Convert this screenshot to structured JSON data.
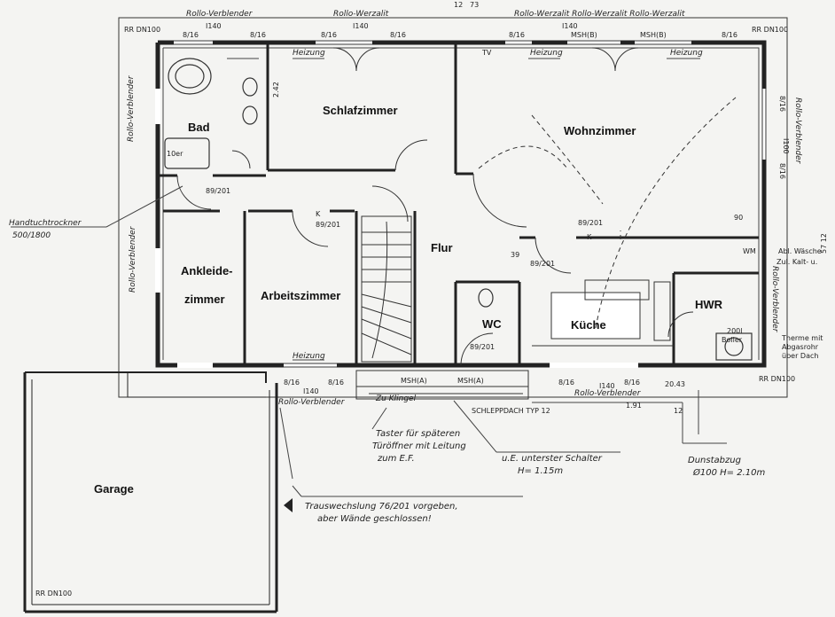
{
  "rooms": {
    "bad": "Bad",
    "schlafzimmer": "Schlafzimmer",
    "wohnzimmer": "Wohnzimmer",
    "ankleide_1": "Ankleide-",
    "ankleide_2": "zimmer",
    "arbeitszimmer": "Arbeitszimmer",
    "flur": "Flur",
    "wc": "WC",
    "kueche": "Küche",
    "hwr": "HWR",
    "garage": "Garage"
  },
  "labels": {
    "rollo_verblender": "Rollo-Verblender",
    "rollo_werzalit": "Rollo-Werzalit",
    "rollo_werzalit_top": "Rollo-Werzalit Rollo-Werzalit Rollo-Werzalit",
    "rr_dn100": "RR DN100",
    "i140": "I140",
    "dim_816": "8/16",
    "msh_b": "MSH(B)",
    "msh_a": "MSH(A)",
    "heizung": "Heizung",
    "handtuchtrockner_1": "Handtuchtrockner",
    "handtuchtrockner_2": "500/1800",
    "schleppdach": "SCHLEPPDACH TYP 12",
    "taster_1": "Taster für späteren",
    "taster_2": "Türöffner mit Leitung",
    "taster_3": "zum E.F.",
    "schalter_1": "u.E. unterster Schalter",
    "schalter_2": "H= 1.15m",
    "dunstabzug_1": "Dunstabzug",
    "dunstabzug_2": "Ø100  H= 2.10m",
    "trauswechslung_1": "Trauswechslung 76/201 vorgeben,",
    "trauswechslung_2": "aber Wände geschlossen!",
    "boiler_1": "200l",
    "boiler_2": "Boiler",
    "therme_1": "Therme mit",
    "therme_2": "Abgasrohr",
    "therme_3": "über Dach",
    "abl_waesche": "Abl. Wäsche",
    "kalt_warm": "Zul. Kalt- u.",
    "wm": "WM",
    "zu_klingel": "Zu Klingel",
    "dim_12": "12",
    "dim_73": "73",
    "dim_191": "1.91",
    "dim_2043": "20.43",
    "dim_242": "2.42",
    "dim_90": "90",
    "dim_39": "39",
    "dim_5712": "57 12",
    "dim_100": "I100",
    "door_8921": "89/201",
    "door_k": "K",
    "tv": "TV",
    "toilet_1": "10er"
  }
}
